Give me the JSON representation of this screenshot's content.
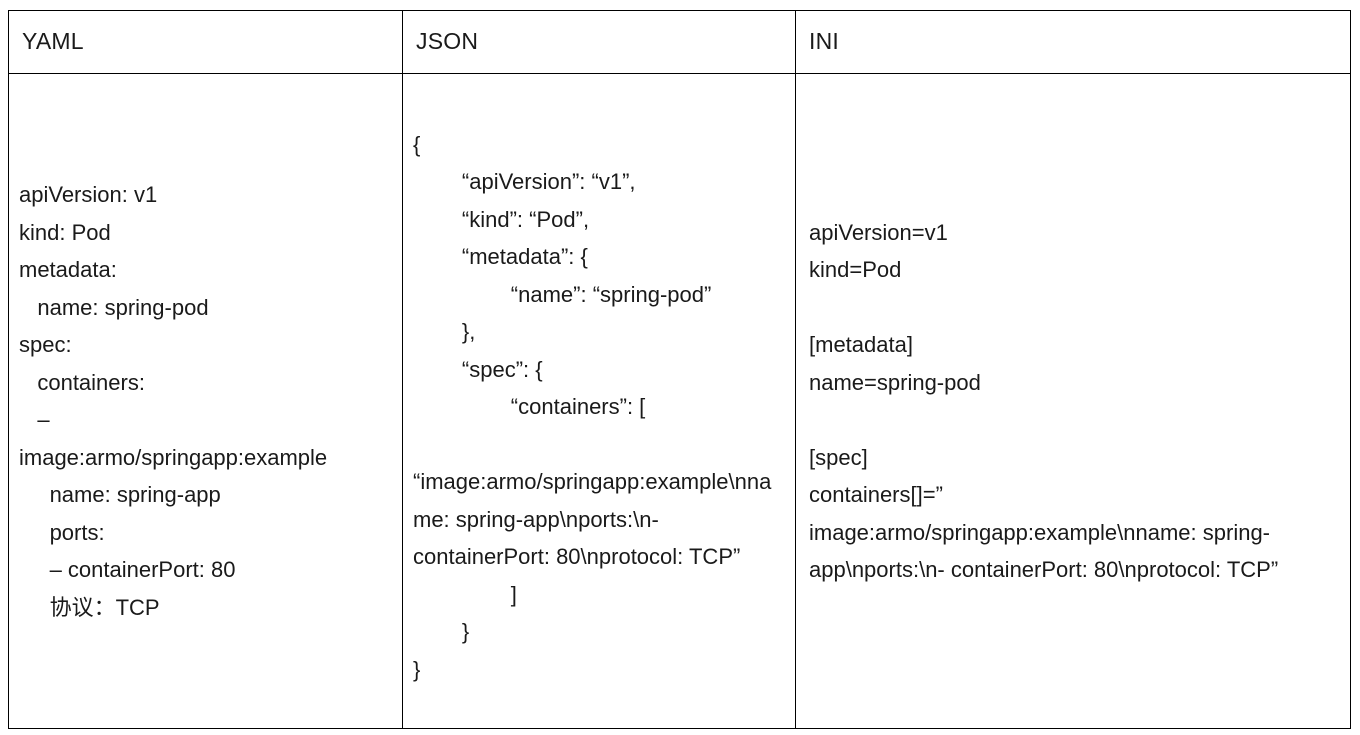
{
  "table": {
    "headers": [
      {
        "id": "yaml",
        "label": "YAML"
      },
      {
        "id": "json",
        "label": "JSON"
      },
      {
        "id": "ini",
        "label": "INI"
      }
    ],
    "cells": {
      "yaml": "apiVersion: v1\nkind: Pod\nmetadata:\n   name: spring-pod\nspec:\n   containers:\n   –\nimage:armo/springapp:example\n     name: spring-app\n     ports:\n     – containerPort: 80\n     协议：TCP",
      "json": "{\n        “apiVersion”: “v1”,\n        “kind”: “Pod”,\n        “metadata”: {\n                “name”: “spring-pod”\n        },\n        “spec”: {\n                “containers”: [\n\n“image:armo/springapp:example\\nname: spring-app\\nports:\\n- containerPort: 80\\nprotocol: TCP”\n                ]\n        }\n}",
      "ini": "apiVersion=v1\nkind=Pod\n\n[metadata]\nname=spring-pod\n\n[spec]\ncontainers[]=”\nimage:armo/springapp:example\\nname: spring-app\\nports:\\n- containerPort: 80\\nprotocol: TCP”"
    }
  },
  "colors": {
    "border": "#000000",
    "text": "#1a1a1a",
    "background": "#ffffff"
  }
}
